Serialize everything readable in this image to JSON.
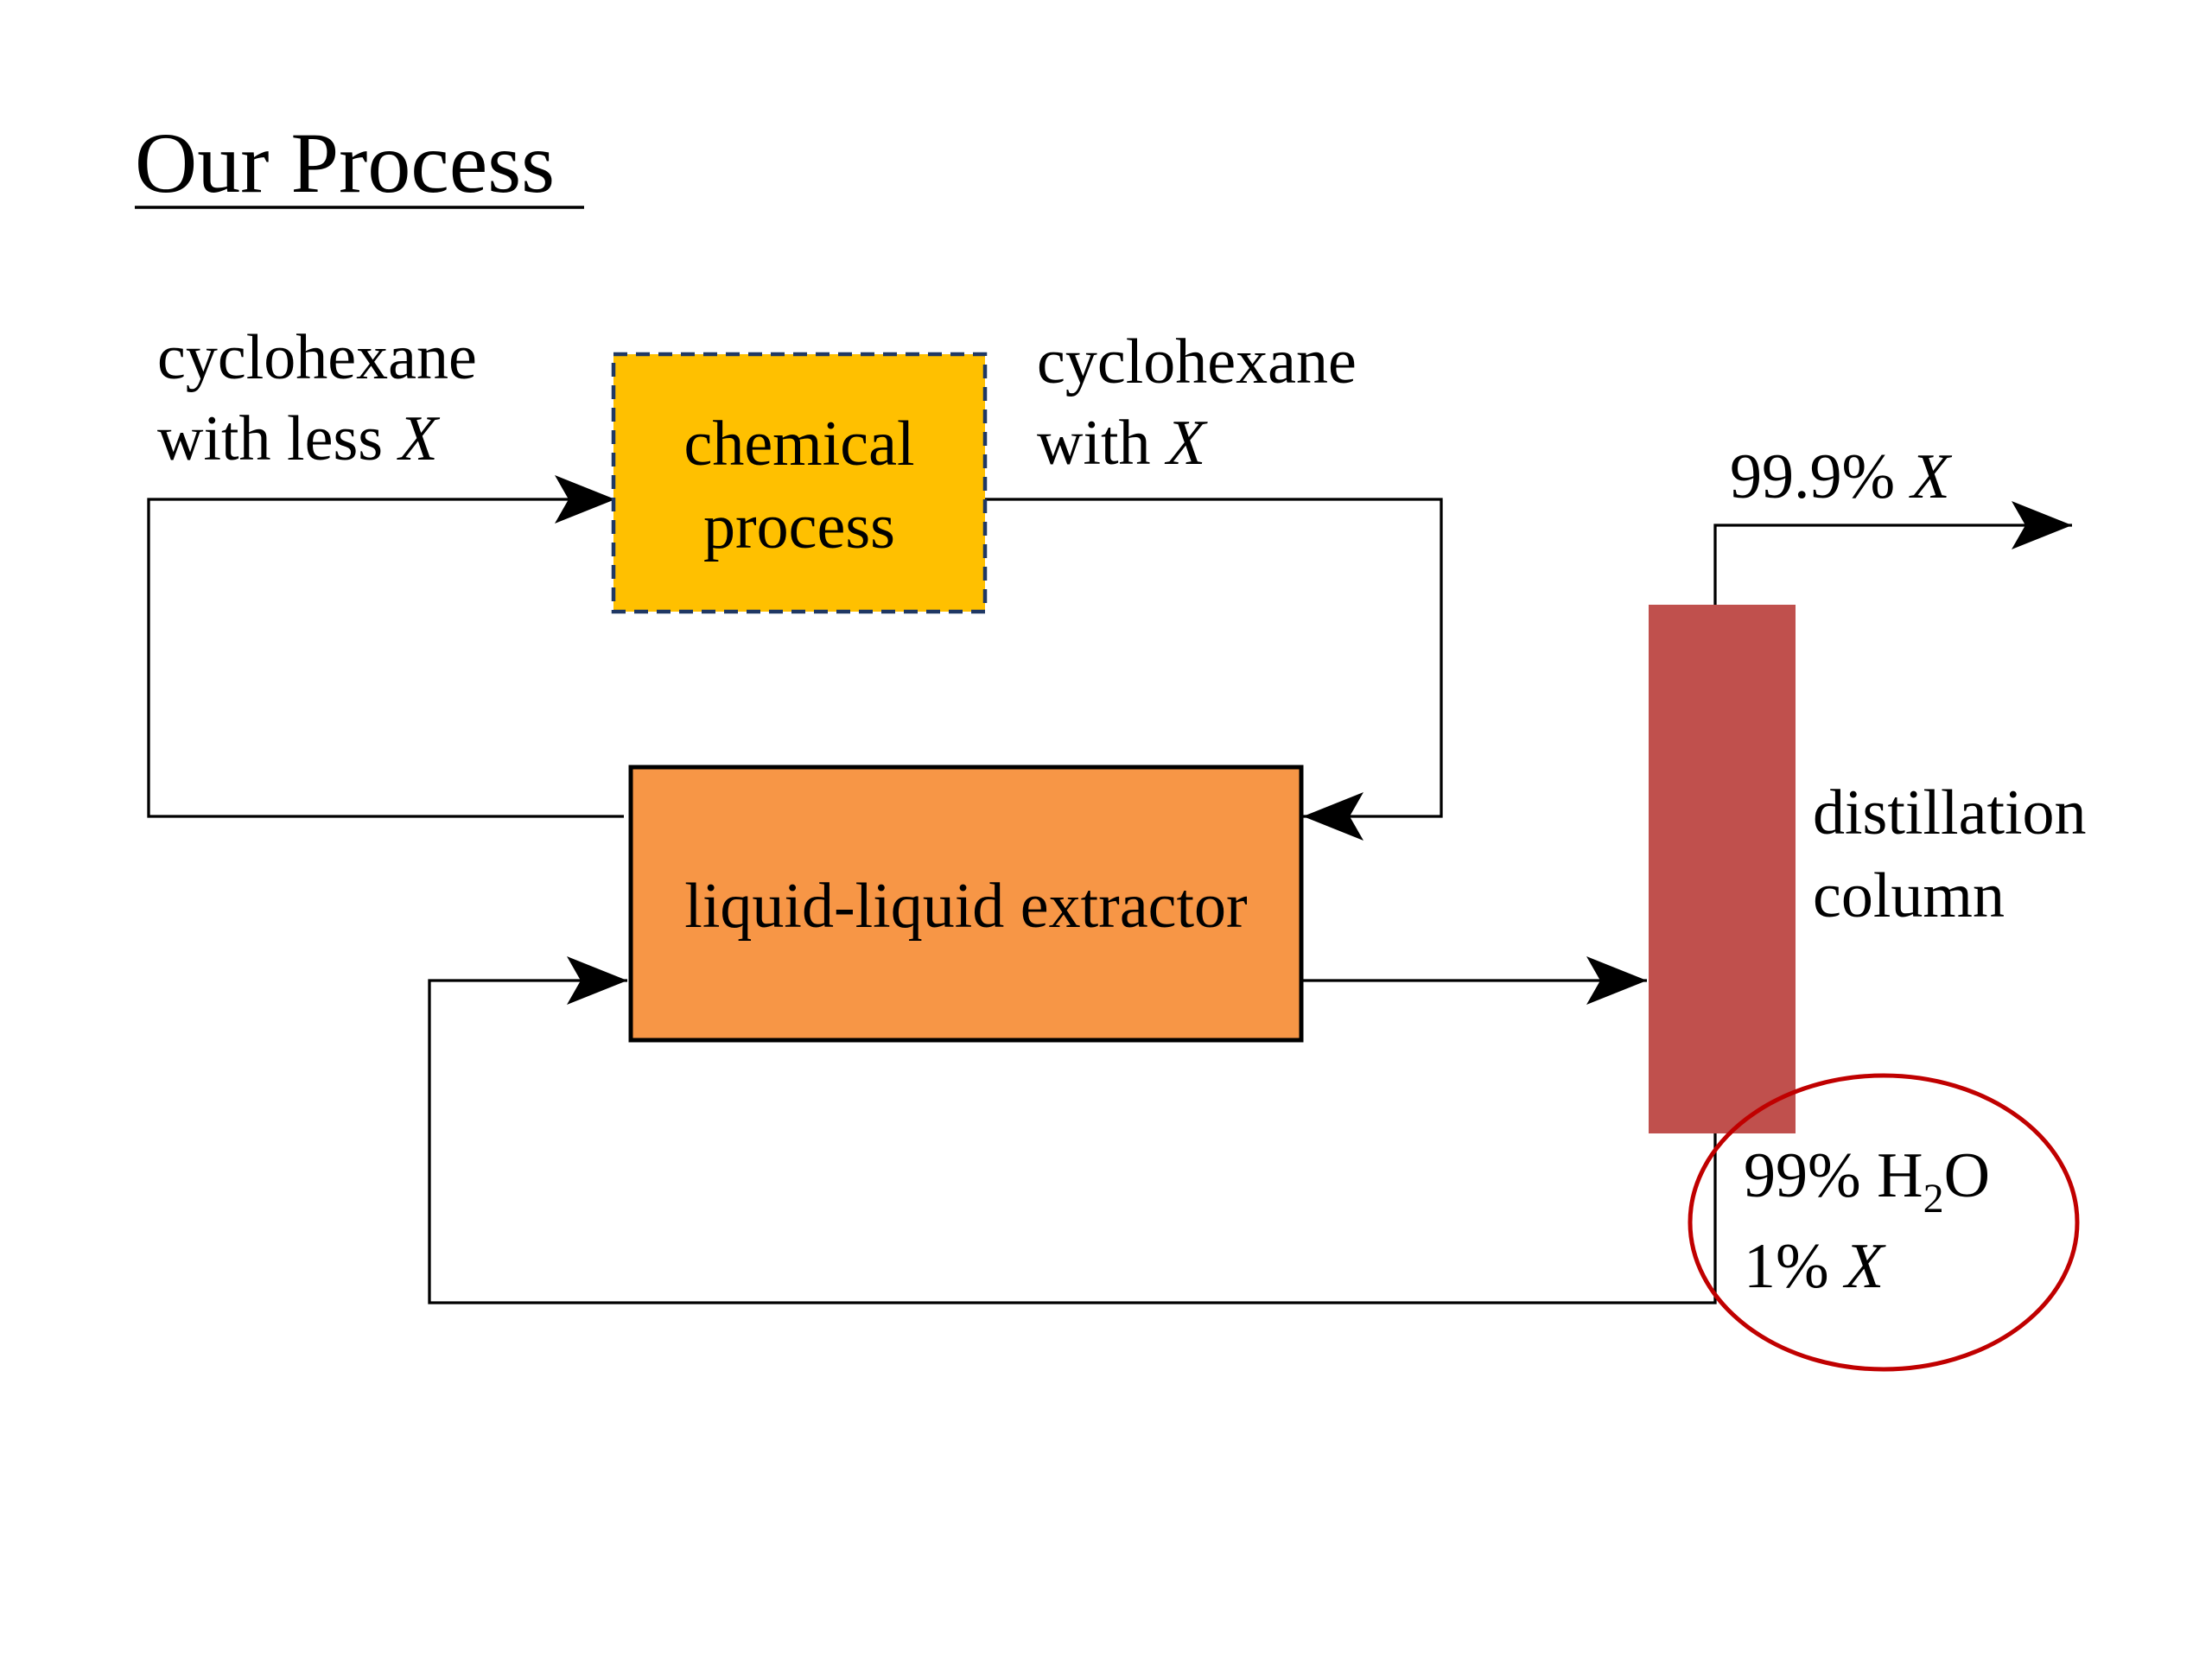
{
  "title": "Our Process",
  "nodes": {
    "chemical_process": {
      "line1": "chemical",
      "line2": "process",
      "fill": "#FFC000",
      "border": "#1F3864"
    },
    "extractor": {
      "label": "liquid-liquid extractor",
      "fill": "#F79646"
    },
    "distillation_column": {
      "line1": "distillation",
      "line2": "column",
      "fill": "#C0504D"
    }
  },
  "streams": {
    "recycle_to_process": {
      "line1": "cyclohexane",
      "line2_text": "with less ",
      "line2_var": "X"
    },
    "process_to_extractor": {
      "line1": "cyclohexane",
      "line2_text": "with ",
      "line2_var": "X"
    },
    "top_product": {
      "text": "99.9% ",
      "var": "X"
    },
    "bottoms": {
      "line1_text": "99% H",
      "line1_sub": "2",
      "line1_tail": "O",
      "line2_text": "1% ",
      "line2_var": "X"
    }
  },
  "highlight_color": "#C00000"
}
